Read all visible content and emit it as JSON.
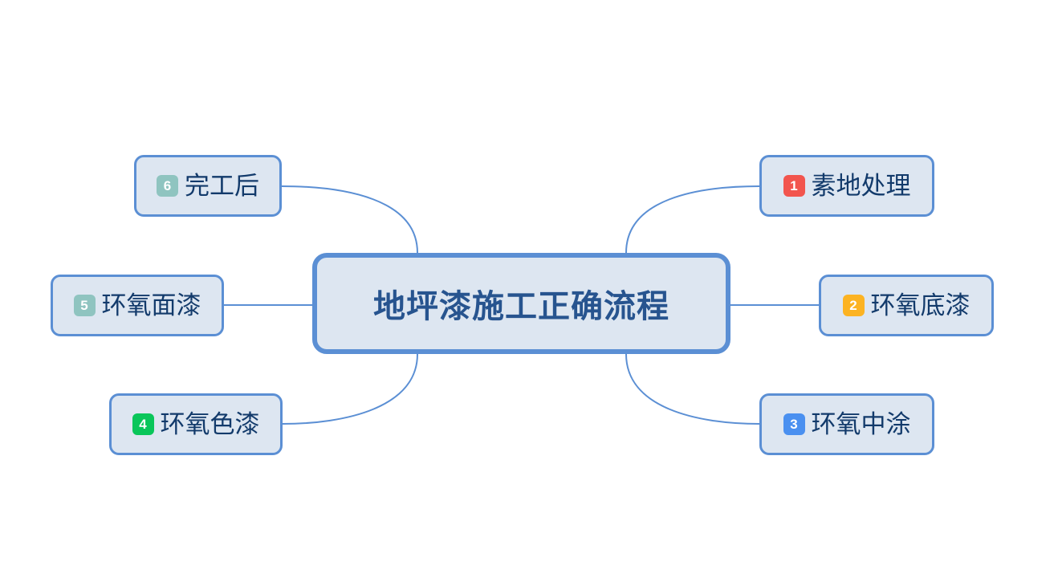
{
  "diagram": {
    "type": "mind-map",
    "background_color": "#ffffff",
    "accent_color": "#5b8fd4",
    "node_fill_color": "#dde6f1",
    "central": {
      "label": "地坪漆施工正确流程",
      "text_color": "#27548f"
    },
    "branches": [
      {
        "number": "1",
        "label": "素地处理",
        "badge_color": "#f2554e",
        "side": "right",
        "position": "top",
        "connector": "curve"
      },
      {
        "number": "2",
        "label": "环氧底漆",
        "badge_color": "#fcb322",
        "side": "right",
        "position": "middle",
        "connector": "straight"
      },
      {
        "number": "3",
        "label": "环氧中涂",
        "badge_color": "#4a90f0",
        "side": "right",
        "position": "bottom",
        "connector": "curve"
      },
      {
        "number": "4",
        "label": "环氧色漆",
        "badge_color": "#09c65a",
        "side": "left",
        "position": "bottom",
        "connector": "curve"
      },
      {
        "number": "5",
        "label": "环氧面漆",
        "badge_color": "#8fc4c0",
        "side": "left",
        "position": "middle",
        "connector": "straight"
      },
      {
        "number": "6",
        "label": "完工后",
        "badge_color": "#8fc4c0",
        "side": "left",
        "position": "top",
        "connector": "curve"
      }
    ]
  }
}
